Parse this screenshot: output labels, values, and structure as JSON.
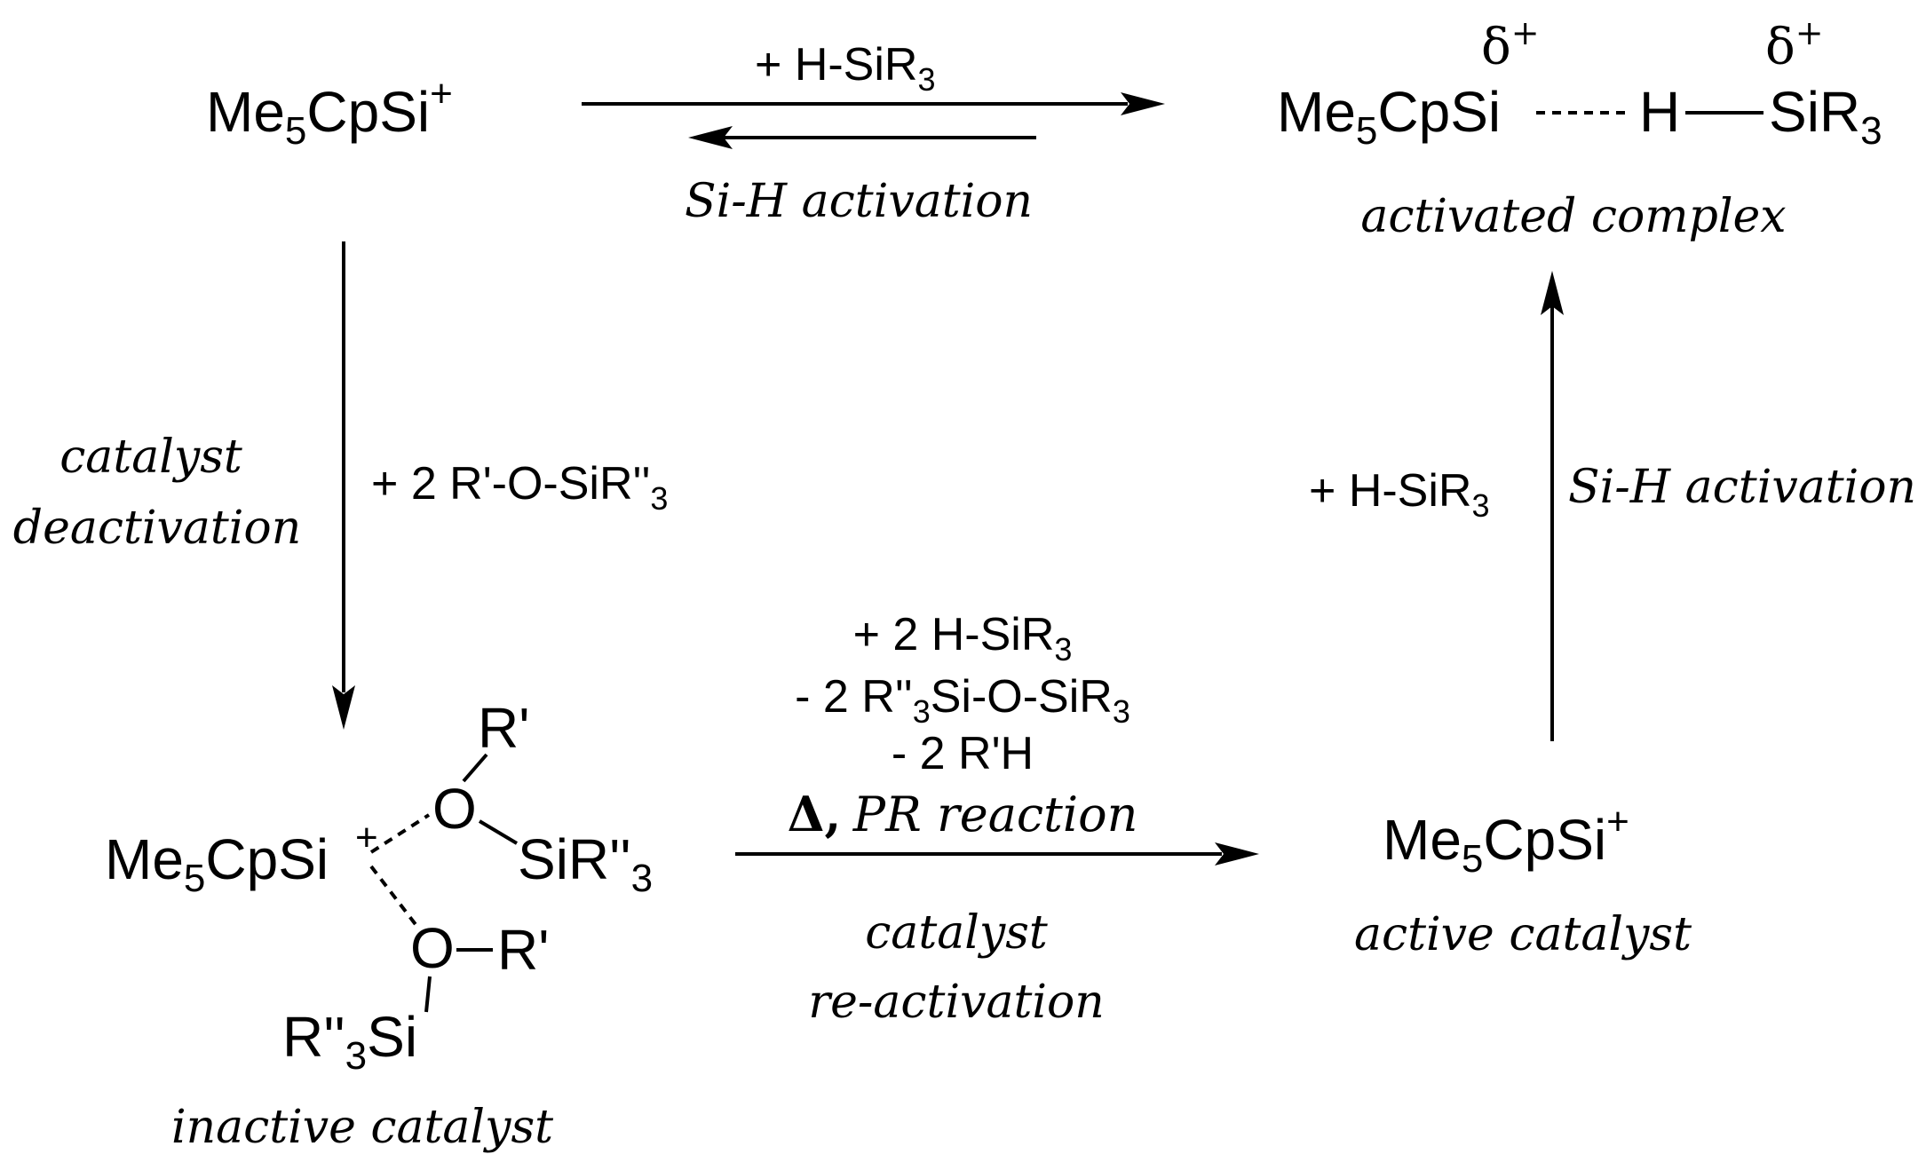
{
  "top_left": {
    "main": "Me",
    "sub": "5",
    "rest": "CpSi",
    "charge": "+"
  },
  "top_arrow": {
    "reagent_main": "+ H-SiR",
    "reagent_sub": "3",
    "label": "Si-H activation"
  },
  "activated_complex": {
    "left_main": "Me",
    "left_sub": "5",
    "left_rest": "CpSi",
    "h": "H",
    "right_main": "SiR",
    "right_sub": "3",
    "delta_left": "δ",
    "delta_left_sup": "+",
    "delta_right": "δ",
    "delta_right_sup": "+",
    "label": "activated complex"
  },
  "left_arrow": {
    "label_line1": "catalyst",
    "label_line2": "deactivation",
    "reagent_main": "+ 2 R'-O-SiR''",
    "reagent_sub": "3"
  },
  "inactive_catalyst": {
    "main": "Me",
    "sub": "5",
    "rest": "CpSi",
    "charge": "+",
    "r_prime_top": "R'",
    "o_top": "O",
    "si_top_main": "SiR''",
    "si_top_sub": "3",
    "o_bottom": "O",
    "r_prime_bottom": "R'",
    "si_bottom_main": "R''",
    "si_bottom_sub": "3",
    "si_bottom_rest": "Si",
    "label": "inactive catalyst"
  },
  "bottom_arrow": {
    "line1_main": "+ 2 H-SiR",
    "line1_sub": "3",
    "line2_a": "-  2 R''",
    "line2_sub1": "3",
    "line2_b": "Si-O-SiR",
    "line2_sub2": "3",
    "line3": "- 2 R'H",
    "line4_delta": "Δ,",
    "line4_text": "PR reaction",
    "label_line1": "catalyst",
    "label_line2": "re-activation"
  },
  "active_catalyst": {
    "main": "Me",
    "sub": "5",
    "rest": "CpSi",
    "charge": "+",
    "label": "active catalyst"
  },
  "right_arrow": {
    "reagent_main": "+ H-SiR",
    "reagent_sub": "3",
    "label": "Si-H activation"
  }
}
